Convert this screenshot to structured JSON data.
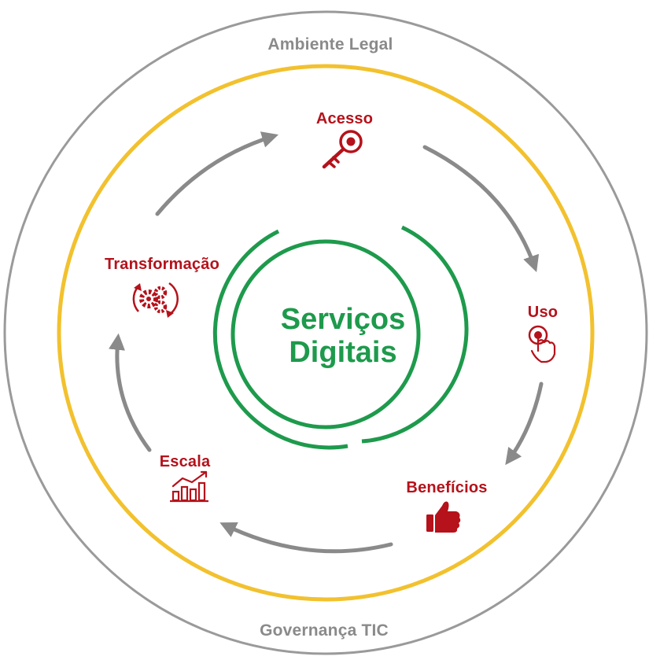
{
  "outer_ring": {
    "top_label": "Ambiente Legal",
    "bottom_label": "Governança TIC"
  },
  "center": {
    "line1": "Serviços",
    "line2": "Digitais"
  },
  "stages": {
    "acesso": "Acesso",
    "uso": "Uso",
    "beneficios": "Benefícios",
    "escala": "Escala",
    "transformacao": "Transformação"
  },
  "icons": {
    "acesso": "key-icon",
    "uso": "touch-hand-icon",
    "beneficios": "thumbs-up-icon",
    "escala": "growth-chart-icon",
    "transformacao": "gears-cycle-icon"
  },
  "colors": {
    "outer_ring": "#9a9a9a",
    "middle_ring": "#f2c12e",
    "center_ring": "#1e9a4c",
    "center_text": "#1e9a4c",
    "stage_text": "#b5121b",
    "arrow": "#8a8a8a",
    "outer_text": "#8a8a8a"
  }
}
